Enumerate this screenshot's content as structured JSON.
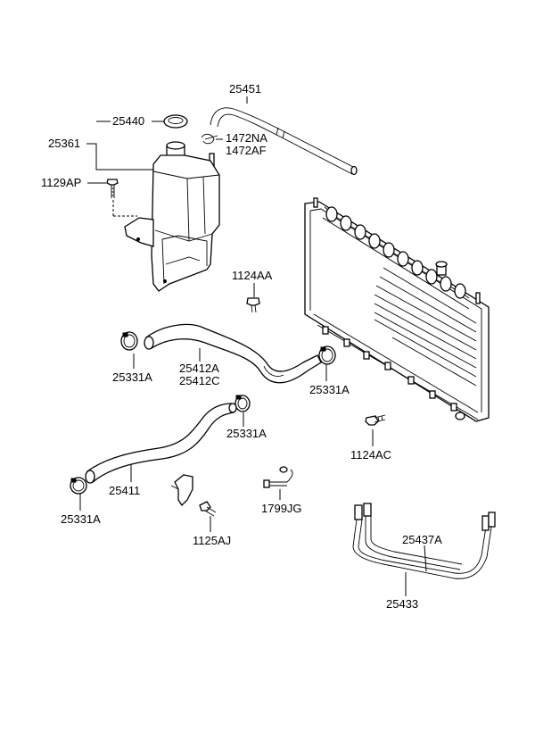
{
  "part_labels": {
    "hose_25451": "25451",
    "cap_25440": "25440",
    "reservoir_25361": "25361",
    "clip_1472na": "1472NA",
    "clip_1472af": "1472AF",
    "bolt_1129ap": "1129AP",
    "bolt_1124aa": "1124AA",
    "clamp_upper_left": "25331A",
    "hose_25412a": "25412A",
    "hose_25412c": "25412C",
    "clamp_upper_right": "25331A",
    "clamp_middle": "25331A",
    "bolt_1124ac": "1124AC",
    "hose_25411": "25411",
    "clamp_lower_left": "25331A",
    "bolt_1125aj": "1125AJ",
    "sensor_1799jg": "1799JG",
    "pipe_25437a": "25437A",
    "pipe_25433": "25433"
  }
}
